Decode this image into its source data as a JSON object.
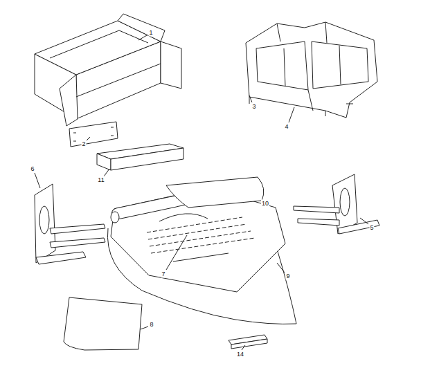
{
  "diagram": {
    "labels": [
      "1",
      "2",
      "3",
      "4",
      "11",
      "6",
      "5",
      "10",
      "7",
      "9",
      "8",
      "14"
    ]
  }
}
